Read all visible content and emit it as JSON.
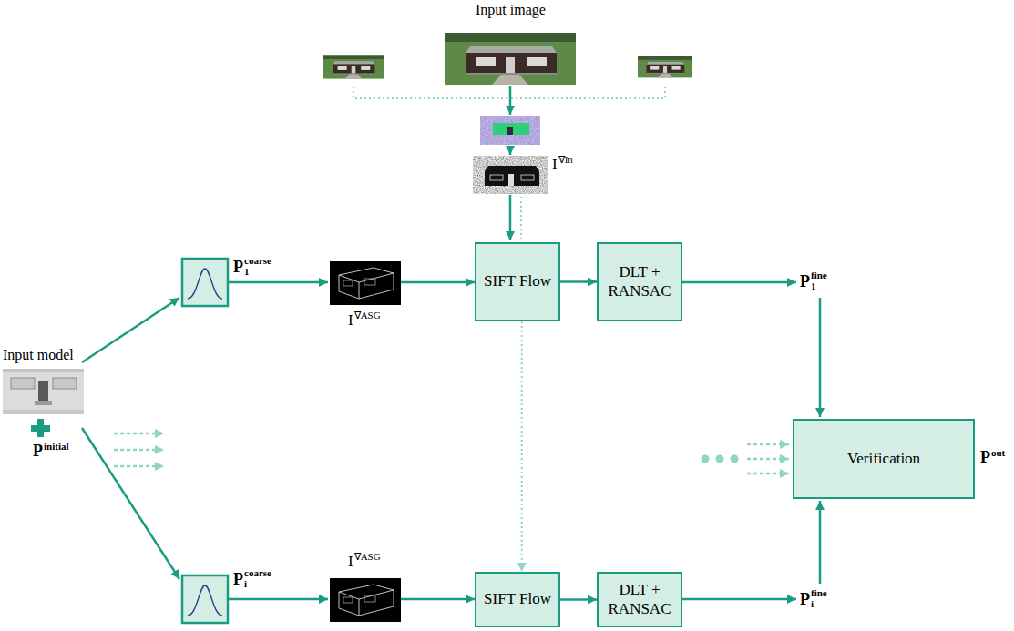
{
  "diagram": {
    "nodes": [
      {
        "text": [
          "SIFT Flow"
        ]
      },
      {
        "text": [
          "DLT + RANSAC"
        ]
      },
      {
        "text": [
          "Verification"
        ]
      },
      {
        "text": [
          "SIFT Flow"
        ]
      },
      {
        "text": [
          "DLT + RANSAC"
        ]
      }
    ],
    "edges": [
      {
        "from": 0,
        "to": 1,
        "arrow": "to"
      },
      {
        "from": 0,
        "to": 3,
        "arrow": "to"
      },
      {
        "from": 3,
        "to": 4,
        "arrow": "to"
      }
    ],
    "labels": [
      "Input image",
      "I",
      "∇In",
      "P",
      "coarse",
      "1",
      "I",
      "∇ASG",
      "P",
      "fine",
      "1",
      "Input model",
      "P",
      "initial",
      "P",
      "out",
      "P",
      "coarse",
      "i",
      "I",
      "∇ASG",
      "P",
      "fine",
      "i"
    ]
  }
}
